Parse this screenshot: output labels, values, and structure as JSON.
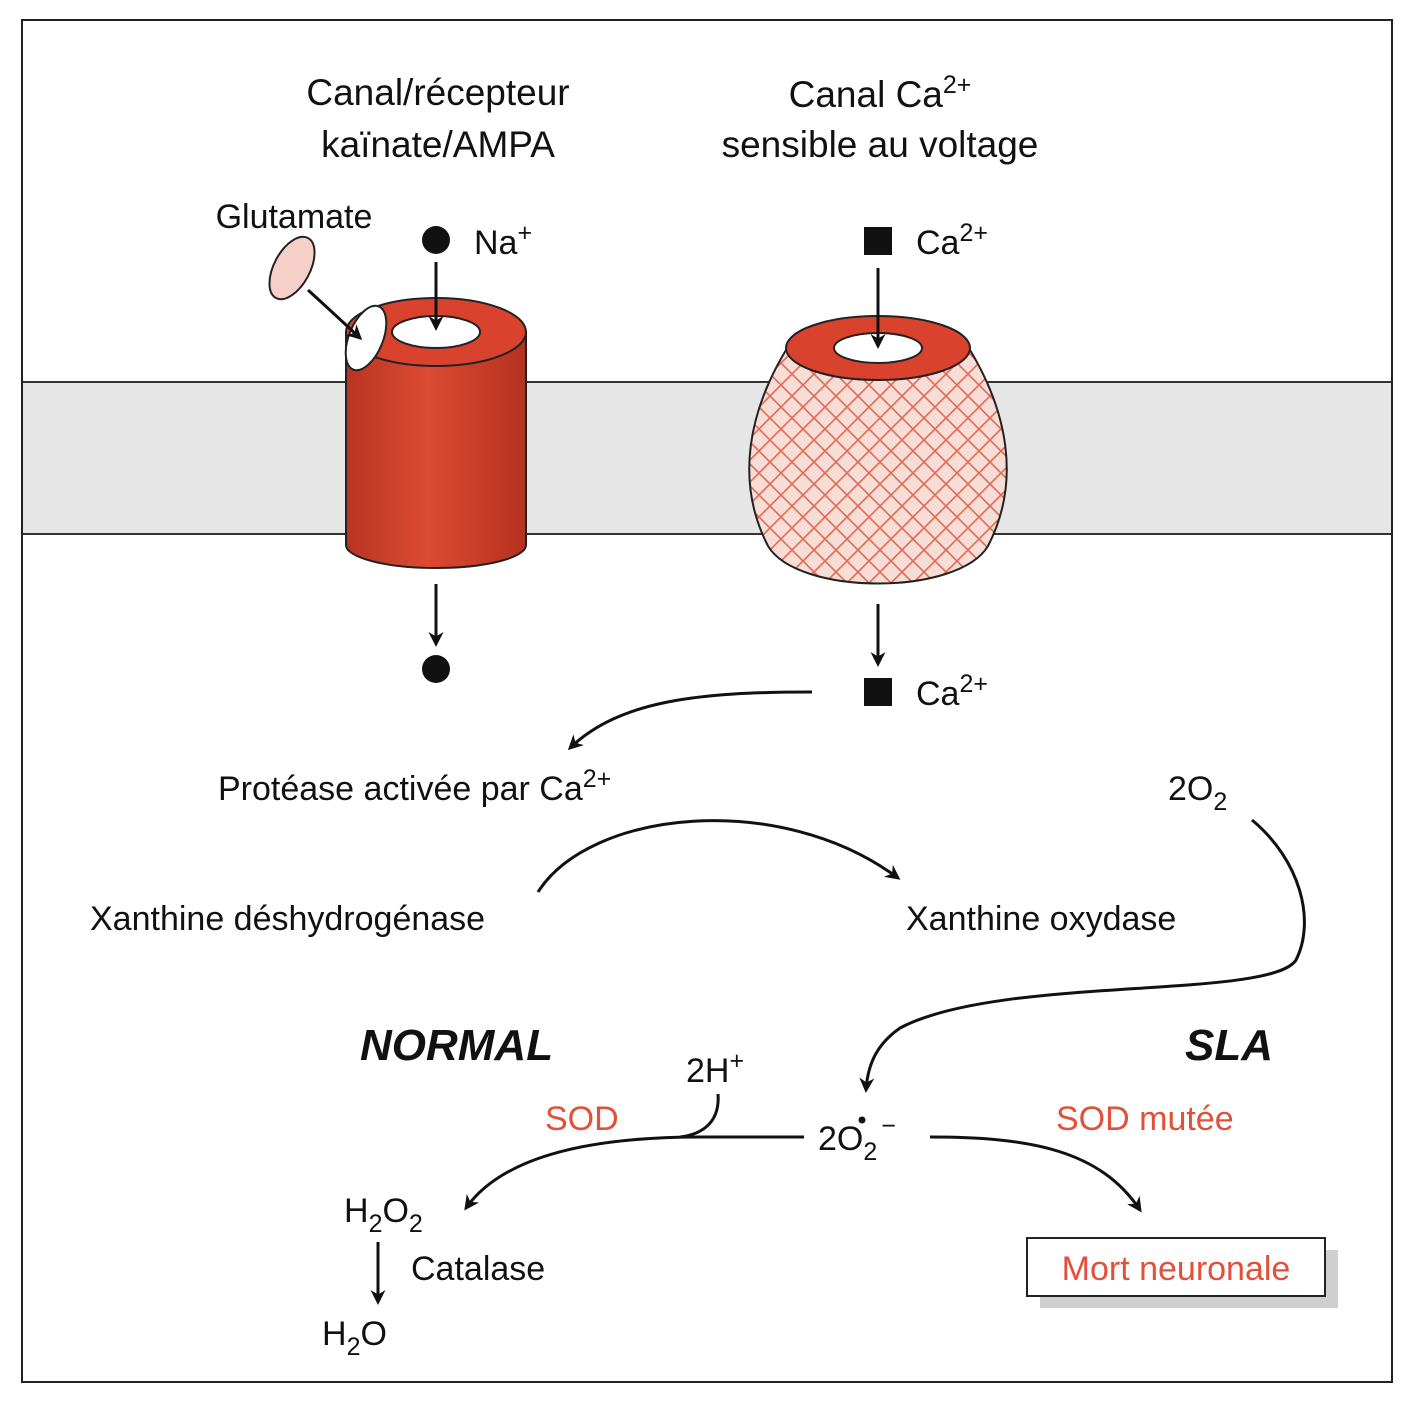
{
  "colors": {
    "channel_red": "#d9432e",
    "membrane_gray": "#e6e6e6",
    "text_red": "#e0503a",
    "hatch_fill": "#f6d0c8"
  },
  "receptor": {
    "title_line1": "Canal/récepteur",
    "title_line2": "kaïnate/AMPA",
    "glutamate": "Glutamate",
    "ion": "Na",
    "ion_charge": "+"
  },
  "ca_channel": {
    "title_line1": "Canal Ca",
    "title_line1_charge": "2+",
    "title_line2": "sensible au voltage",
    "ion_in": "Ca",
    "ion_in_charge": "2+",
    "ion_out": "Ca",
    "ion_out_charge": "2+"
  },
  "pathway": {
    "protease": "Protéase activée par Ca",
    "protease_charge": "2+",
    "xanthine_dh": "Xanthine déshydrogénase",
    "xanthine_ox": "Xanthine oxydase",
    "o2_coef": "2O",
    "o2_sub": "2",
    "superoxide_coef": "2O",
    "superoxide_sub": "2",
    "superoxide_charge": "−",
    "protons": "2H",
    "protons_charge": "+"
  },
  "normal": {
    "label": "NORMAL",
    "enzyme": "SOD",
    "h2o2_a": "H",
    "h2o2_sub1": "2",
    "h2o2_b": "O",
    "h2o2_sub2": "2",
    "catalase": "Catalase",
    "h2o_a": "H",
    "h2o_sub": "2",
    "h2o_b": "O"
  },
  "sla": {
    "label": "SLA",
    "enzyme": "SOD mutée",
    "outcome": "Mort neuronale"
  }
}
